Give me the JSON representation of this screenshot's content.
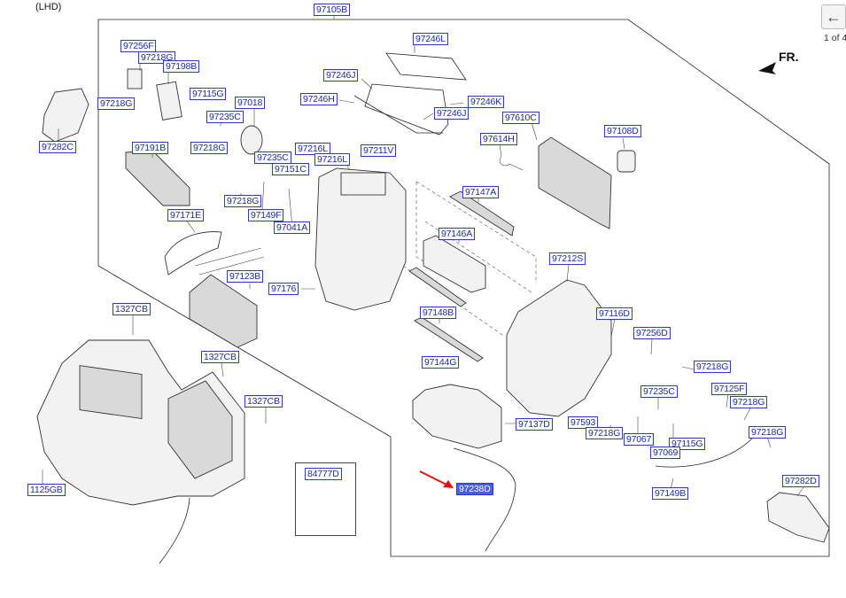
{
  "header": {
    "variant": "(LHD)",
    "direction": "FR.",
    "page_indicator": "1 of 4"
  },
  "callouts": {
    "c97105B": "97105B",
    "c97256F": "97256F",
    "c97218G_a": "97218G",
    "c97198B": "97198B",
    "c97218G_b": "97218G",
    "c97115G_a": "97115G",
    "c97018": "97018",
    "c97235C_a": "97235C",
    "c97218G_c": "97218G",
    "c97282C": "97282C",
    "c97191B": "97191B",
    "c97235C_b": "97235C",
    "c97216L_a": "97216L",
    "c97216L_b": "97216L",
    "c97151C": "97151C",
    "c97211V": "97211V",
    "c97218G_d": "97218G",
    "c97149F": "97149F",
    "c97041A": "97041A",
    "c97171E": "97171E",
    "c97123B": "97123B",
    "c97176": "97176",
    "c97246L": "97246L",
    "c97246J_a": "97246J",
    "c97246H": "97246H",
    "c97246K": "97246K",
    "c97246J_b": "97246J",
    "c97610C": "97610C",
    "c97614H": "97614H",
    "c97108D": "97108D",
    "c97147A": "97147A",
    "c97146A": "97146A",
    "c97212S": "97212S",
    "c97148B": "97148B",
    "c97116D": "97116D",
    "c97256D": "97256D",
    "c97144G": "97144G",
    "c97218G_e": "97218G",
    "c97235C_c": "97235C",
    "c97125F": "97125F",
    "c97218G_f": "97218G",
    "c97593": "97593",
    "c97137D": "97137D",
    "c97218G_g": "97218G",
    "c97067": "97067",
    "c97115G_b": "97115G",
    "c97218G_h": "97218G",
    "c97069": "97069",
    "c97149B": "97149B",
    "c97282D": "97282D",
    "c97238D": "97238D",
    "c1327CB_a": "1327CB",
    "c1327CB_b": "1327CB",
    "c1327CB_c": "1327CB",
    "c1125GB": "1125GB",
    "c84777D": "84777D"
  },
  "highlighted_part": "97238D",
  "colors": {
    "label_border": "#2a3bd6",
    "label_text": "#1b2ca8",
    "highlight_fill": "#4a5cf0",
    "arrow": "#e01010"
  },
  "icons": {
    "back": "arrow-left-icon",
    "pointer": "red-arrow-icon"
  }
}
